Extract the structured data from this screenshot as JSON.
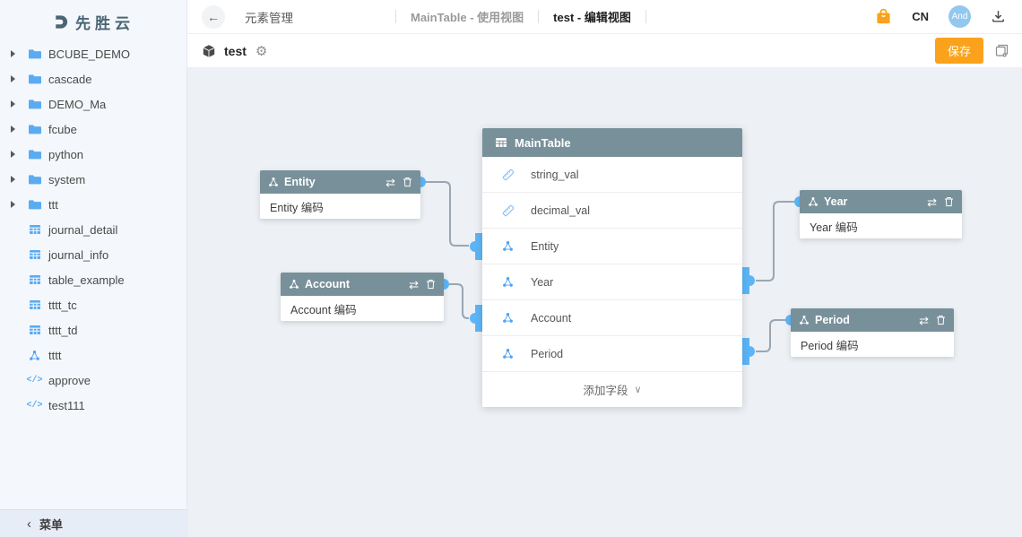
{
  "brand": {
    "name": "先胜云"
  },
  "glyphs": {
    "back": "←",
    "gear": "⚙",
    "swap": "⇄",
    "collapse": "‹",
    "chevron_down": "∨"
  },
  "sidebar": {
    "items": [
      {
        "icon": "folder",
        "expandable": true,
        "label": "BCUBE_DEMO"
      },
      {
        "icon": "folder",
        "expandable": true,
        "label": "cascade"
      },
      {
        "icon": "folder",
        "expandable": true,
        "label": "DEMO_Ma"
      },
      {
        "icon": "folder",
        "expandable": true,
        "label": "fcube"
      },
      {
        "icon": "folder",
        "expandable": true,
        "label": "python"
      },
      {
        "icon": "folder",
        "expandable": true,
        "label": "system"
      },
      {
        "icon": "folder",
        "expandable": true,
        "label": "ttt"
      },
      {
        "icon": "table",
        "expandable": false,
        "label": "journal_detail"
      },
      {
        "icon": "table",
        "expandable": false,
        "label": "journal_info"
      },
      {
        "icon": "table",
        "expandable": false,
        "label": "table_example"
      },
      {
        "icon": "table",
        "expandable": false,
        "label": "tttt_tc"
      },
      {
        "icon": "table",
        "expandable": false,
        "label": "tttt_td"
      },
      {
        "icon": "dimension",
        "expandable": false,
        "label": "tttt"
      },
      {
        "icon": "code",
        "expandable": false,
        "label": "approve"
      },
      {
        "icon": "code",
        "expandable": false,
        "label": "test111"
      }
    ],
    "footer": {
      "menu_label": "菜单"
    }
  },
  "topbar": {
    "breadcrumb": "元素管理",
    "tabs": [
      {
        "label": "MainTable - 使用视图",
        "active": false
      },
      {
        "label": "test - 编辑视图",
        "active": true
      }
    ],
    "language": "CN",
    "avatar_initials": "And"
  },
  "toolbar": {
    "title": "test",
    "save_label": "保存"
  },
  "canvas": {
    "main_table": {
      "title": "MainTable",
      "fields": [
        {
          "icon": "measure",
          "name": "string_val"
        },
        {
          "icon": "measure",
          "name": "decimal_val"
        },
        {
          "icon": "dimension",
          "name": "Entity"
        },
        {
          "icon": "dimension",
          "name": "Year"
        },
        {
          "icon": "dimension",
          "name": "Account"
        },
        {
          "icon": "dimension",
          "name": "Period"
        }
      ],
      "add_field_label": "添加字段"
    },
    "nodes": [
      {
        "title": "Entity",
        "body": "Entity 编码"
      },
      {
        "title": "Account",
        "body": "Account 编码"
      },
      {
        "title": "Year",
        "body": "Year 编码"
      },
      {
        "title": "Period",
        "body": "Period 编码"
      }
    ]
  },
  "colors": {
    "accent_orange": "#faa21b",
    "node_header_slate": "#78909a",
    "port_blue": "#5cb5f6",
    "wire_gray": "#9aa6b2",
    "icon_blue": "#5aabf2",
    "sidebar_bg": "#f4f7fb",
    "canvas_bg": "#edf0f4"
  }
}
